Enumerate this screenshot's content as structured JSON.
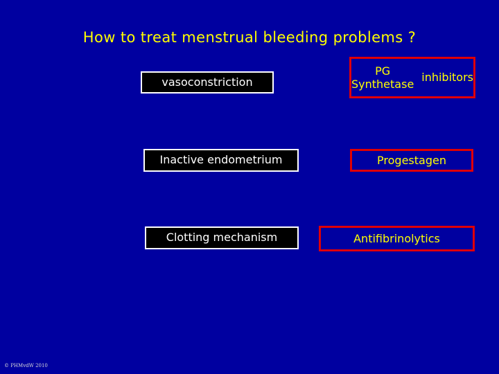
{
  "slide": {
    "background_color": "#0000a0",
    "title": "How to treat menstrual bleeding problems ?",
    "title_color": "#ffff00",
    "copyright": "© PHMvdW 2010"
  },
  "left_column": {
    "style": {
      "fill": "#000000",
      "border_color": "#ffffff",
      "text_color": "#ffffff"
    },
    "items": [
      {
        "label": "vasoconstriction"
      },
      {
        "label": "Inactive endometrium"
      },
      {
        "label": "Clotting mechanism"
      }
    ]
  },
  "right_column": {
    "style": {
      "fill": "#0000a0",
      "border_color": "#e00000",
      "text_color": "#ffff00"
    },
    "items": [
      {
        "label": "PG Synthetase inhibitors",
        "line1": "PG Synthetase",
        "line2": "inhibitors"
      },
      {
        "label": "Progestagen"
      },
      {
        "label": "Antifibrinolytics"
      }
    ]
  }
}
